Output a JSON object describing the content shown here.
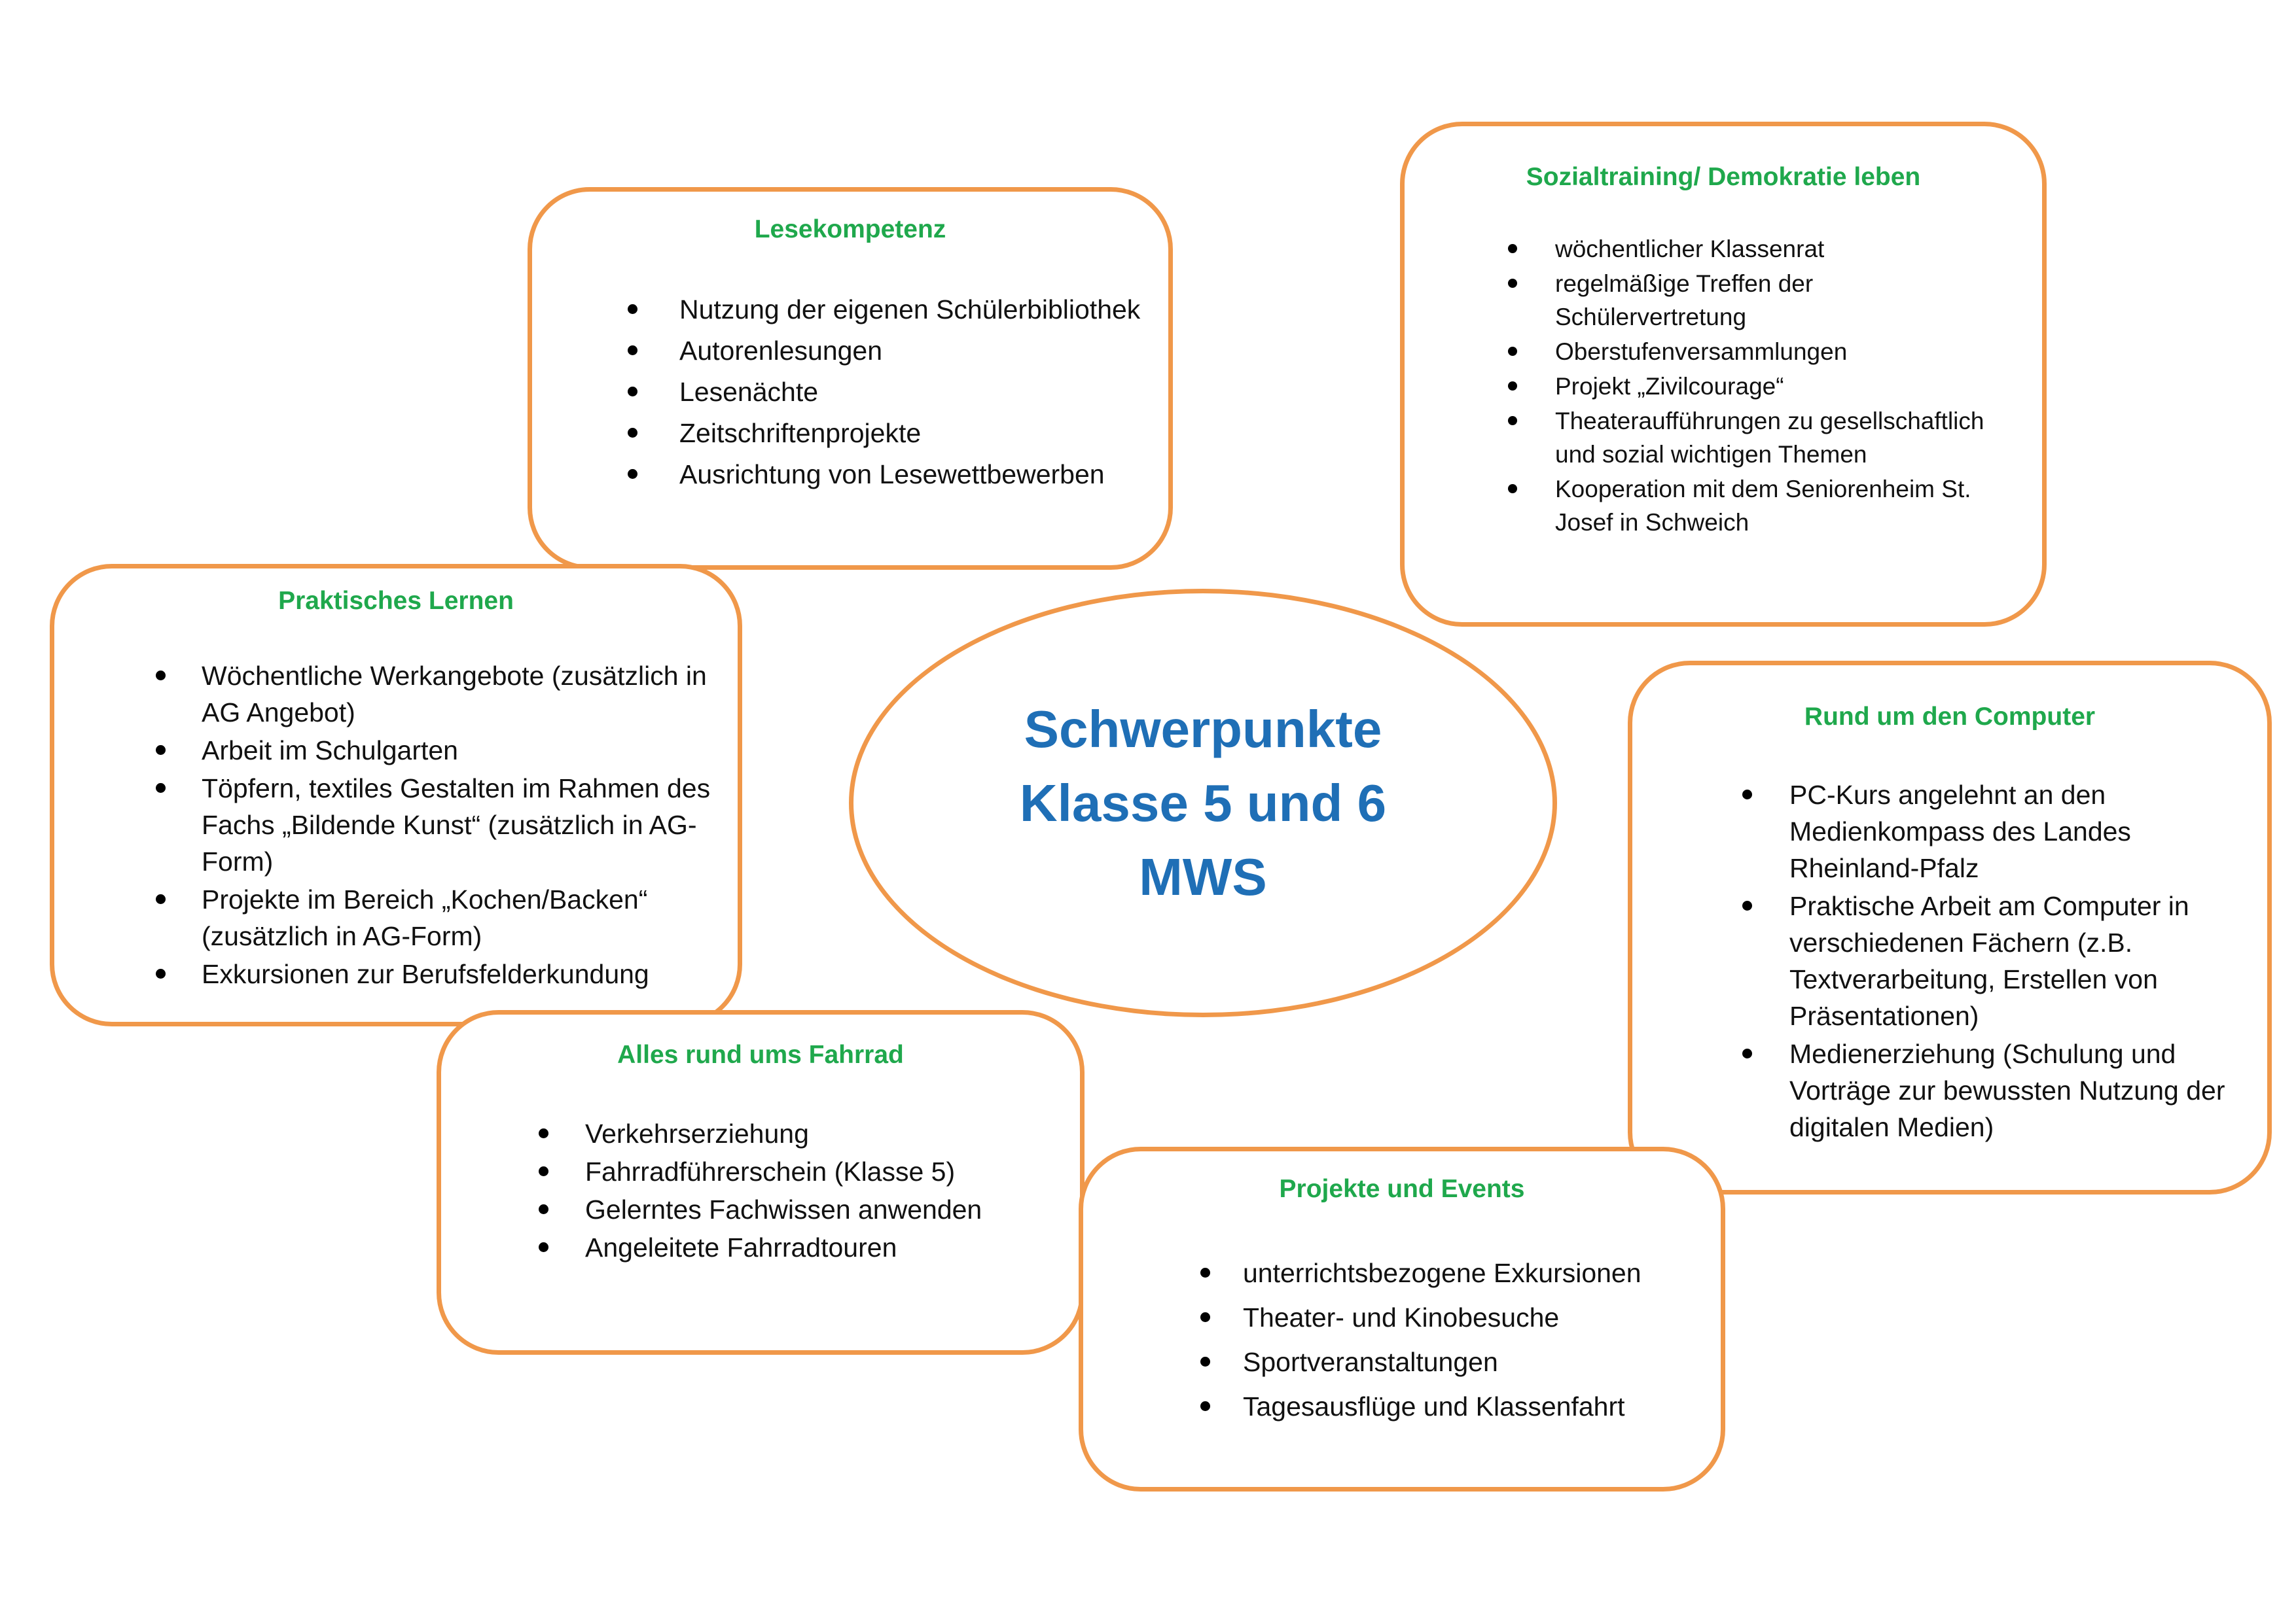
{
  "center": {
    "lines": [
      "Schwerpunkte",
      "Klasse 5 und 6",
      "MWS"
    ]
  },
  "boxes": {
    "lesekompetenz": {
      "title": "Lesekompetenz",
      "items": [
        "Nutzung der eigenen Schülerbibliothek",
        "Autorenlesungen",
        "Lesenächte",
        "Zeitschriftenprojekte",
        "Ausrichtung von Lesewettbewerben"
      ]
    },
    "sozialtraining": {
      "title": "Sozialtraining/ Demokratie leben",
      "items": [
        "wöchentlicher Klassenrat",
        "regelmäßige Treffen der Schülervertretung",
        "Oberstufenversammlungen",
        "Projekt „Zivilcourage“",
        "Theateraufführungen zu gesellschaftlich und sozial wichtigen Themen",
        "Kooperation mit dem Seniorenheim St. Josef  in Schweich"
      ]
    },
    "praktisches_lernen": {
      "title": "Praktisches Lernen",
      "items": [
        "Wöchentliche Werkangebote (zusätzlich in AG Angebot)",
        "Arbeit im Schulgarten",
        "Töpfern, textiles Gestalten im Rahmen des Fachs „Bildende Kunst“ (zusätzlich in AG-Form)",
        "Projekte im Bereich „Kochen/Backen“ (zusätzlich in AG-Form)",
        "Exkursionen zur Berufsfelderkundung"
      ]
    },
    "computer": {
      "title": "Rund um den Computer",
      "items": [
        "PC-Kurs angelehnt an den Medienkompass des Landes Rheinland-Pfalz",
        "Praktische Arbeit am Computer in verschiedenen Fächern (z.B. Textverarbeitung, Erstellen von Präsentationen)",
        "Medienerziehung (Schulung und Vorträge zur bewussten Nutzung der digitalen Medien)"
      ]
    },
    "fahrrad": {
      "title": "Alles rund ums Fahrrad",
      "items": [
        "Verkehrserziehung",
        "Fahrradführerschein (Klasse 5)",
        "Gelerntes Fachwissen anwenden",
        "Angeleitete Fahrradtouren"
      ]
    },
    "projekte": {
      "title": "Projekte und Events",
      "items": [
        "unterrichtsbezogene Exkursionen",
        "Theater- und Kinobesuche",
        "Sportveranstaltungen",
        "Tagesausflüge und Klassenfahrt"
      ]
    }
  },
  "colors": {
    "border": "#f0984a",
    "box_title": "#1fa84c",
    "center_title": "#1f6fb6"
  }
}
